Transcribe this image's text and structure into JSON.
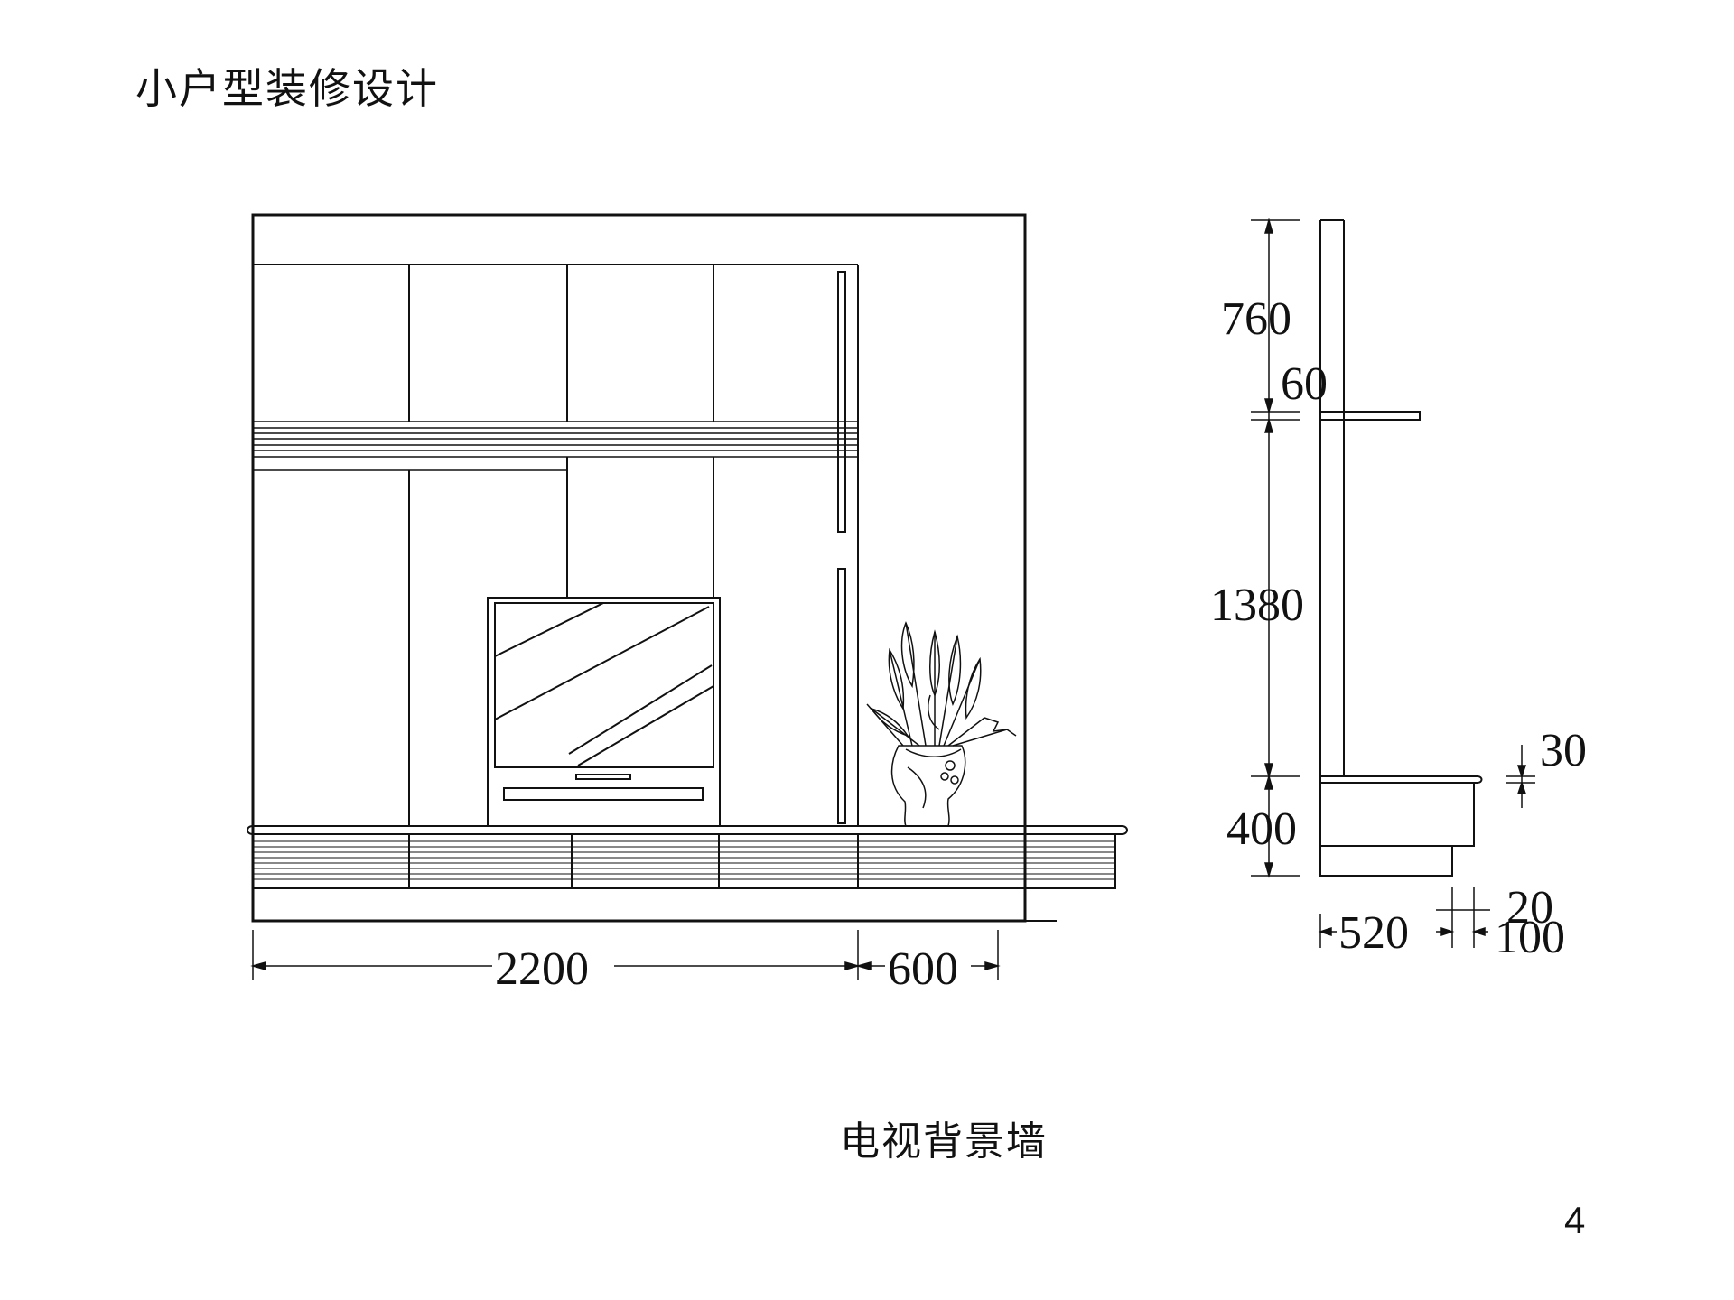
{
  "page": {
    "title": "小户型装修设计",
    "caption": "电视背景墙",
    "page_number": "4"
  },
  "front_elevation": {
    "dimensions": {
      "width_main": "2200",
      "width_side": "600"
    }
  },
  "side_section": {
    "dimensions": {
      "height_top": "760",
      "shelf_thickness": "60",
      "height_middle": "1380",
      "height_cabinet": "400",
      "top_thickness": "30",
      "depth_cabinet": "520",
      "overhang": "20",
      "front_thickness": "100"
    }
  }
}
